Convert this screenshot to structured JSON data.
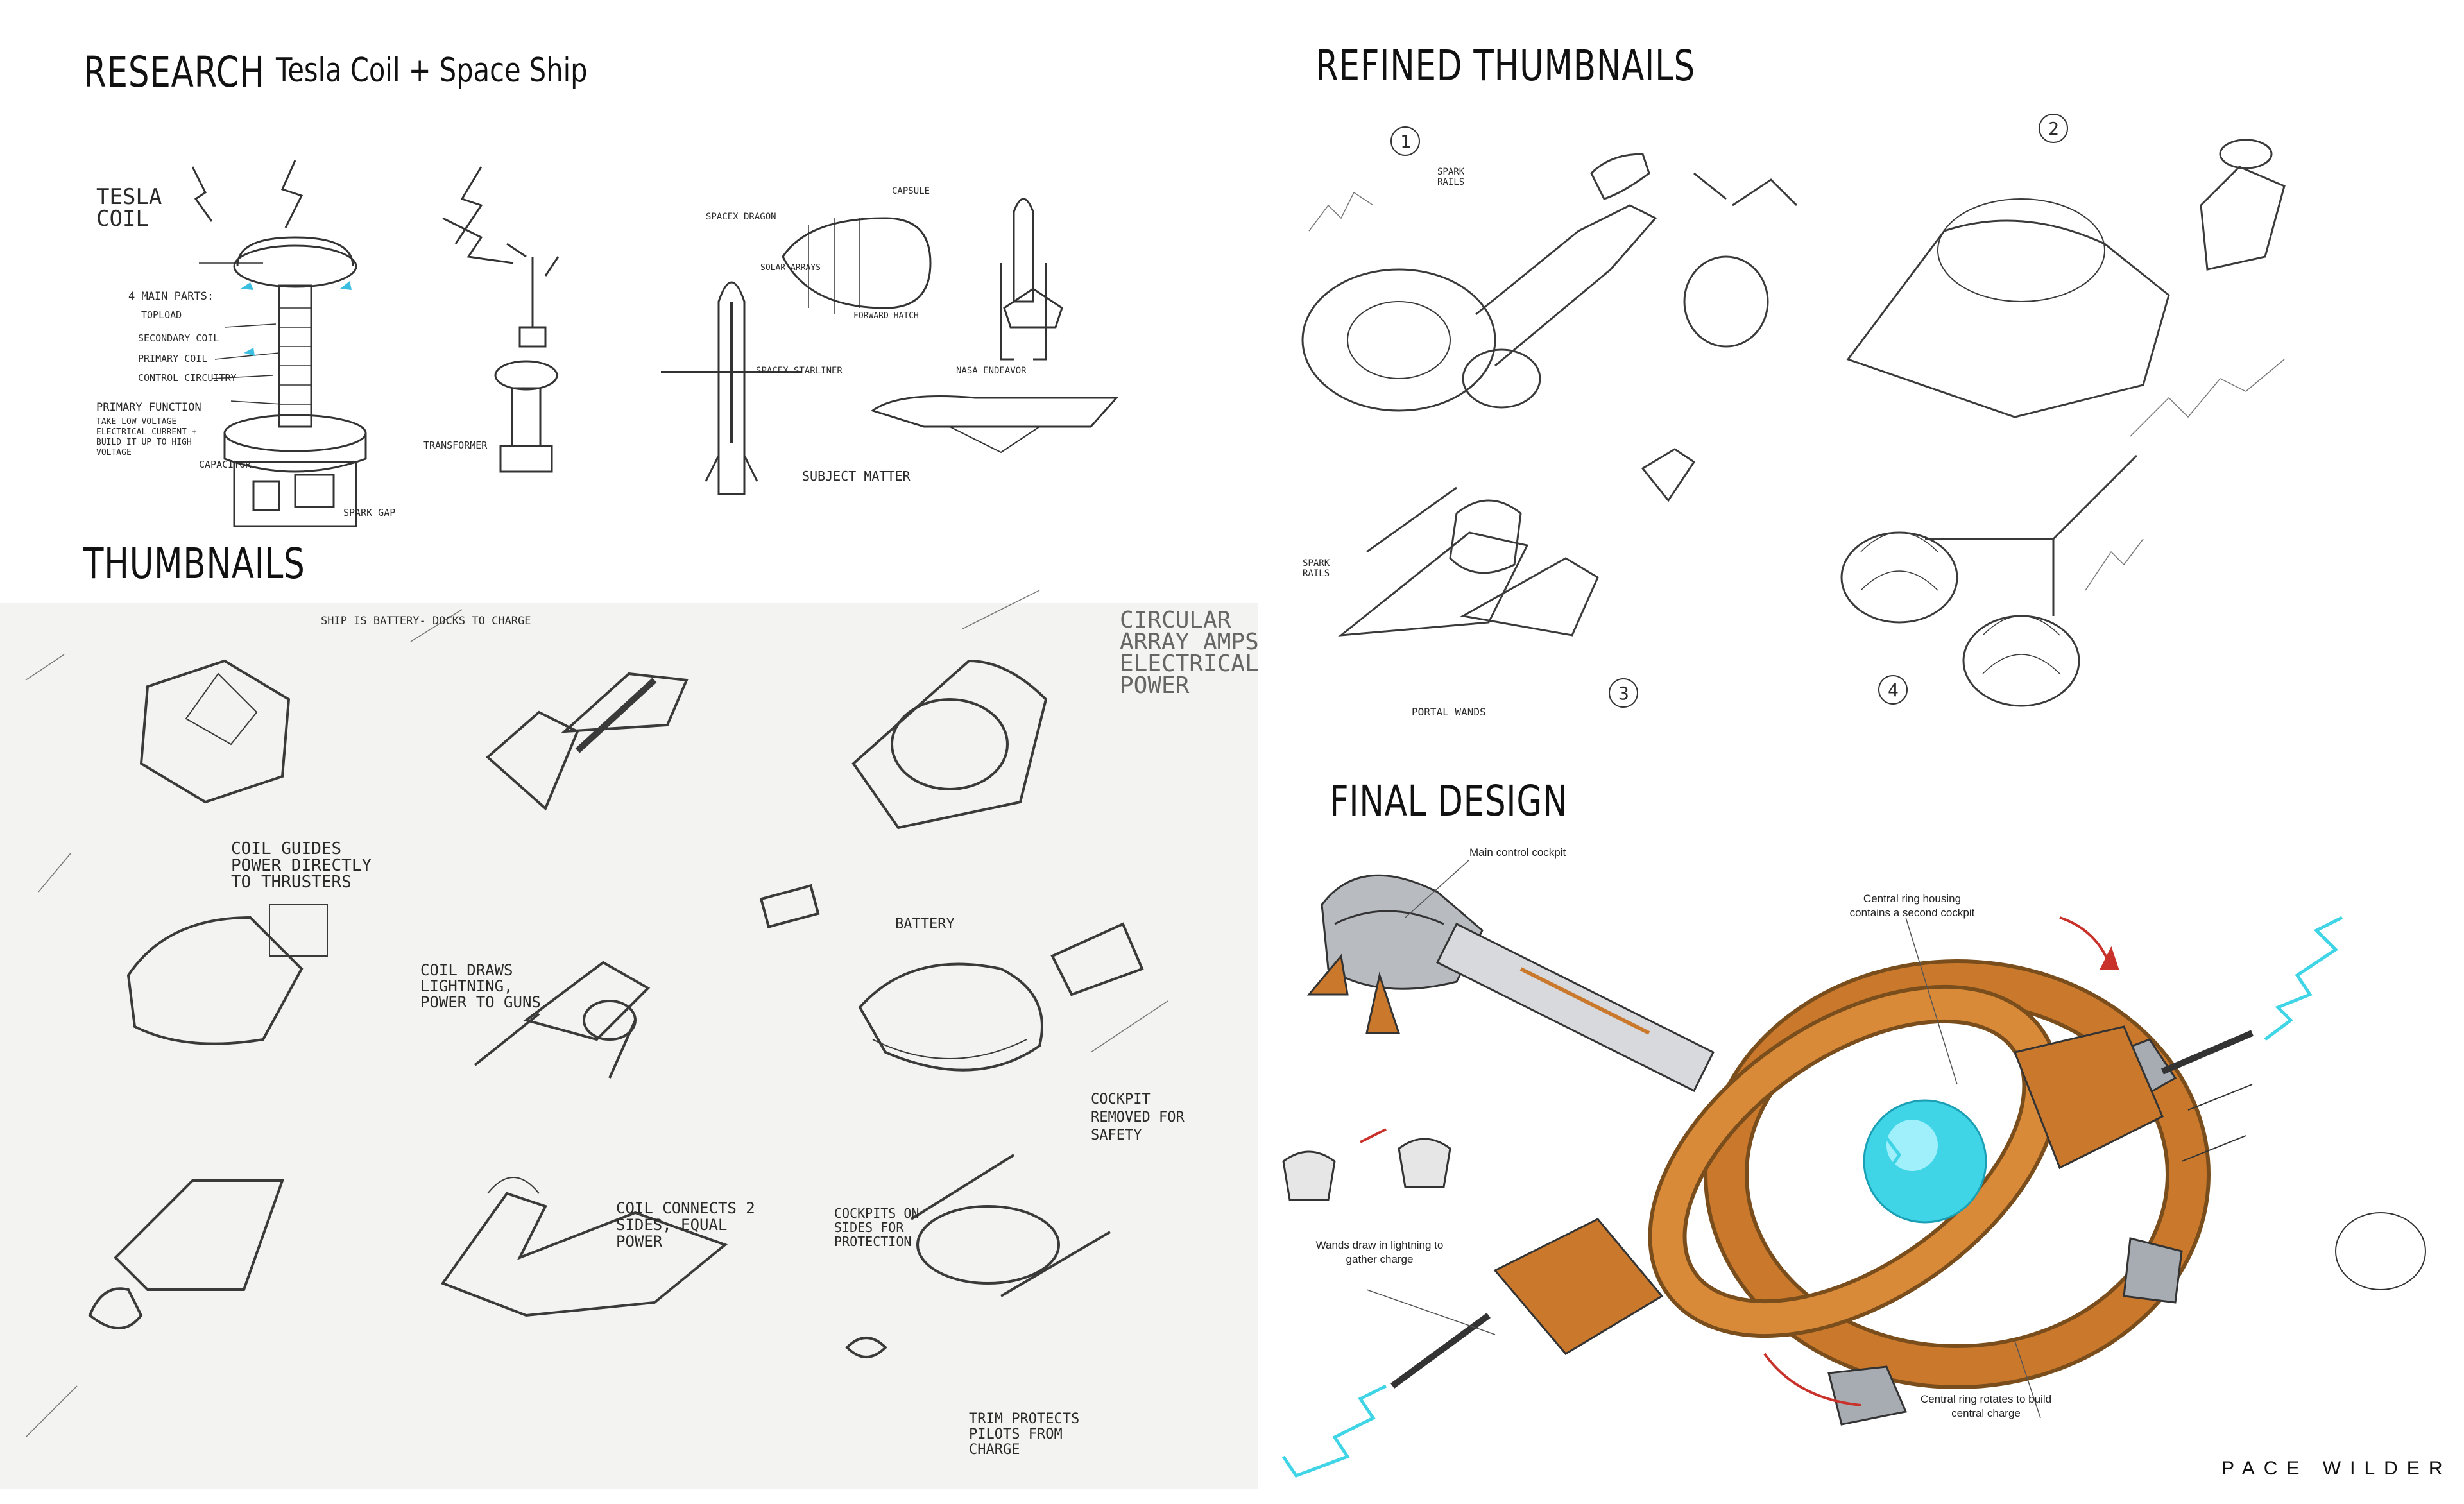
{
  "headings": {
    "research": "RESEARCH",
    "research_subtitle": "Tesla Coil + Space Ship",
    "thumbnails": "THUMBNAILS",
    "refined_thumbnails": "REFINED THUMBNAILS",
    "final_design": "FINAL DESIGN"
  },
  "research_tesla": {
    "title": "TESLA COIL",
    "parts_heading": "4 MAIN PARTS:",
    "toroid": "TOPLOAD",
    "secondary": "SECONDARY COIL",
    "primary": "PRIMARY COIL",
    "control": "CONTROL CIRCUITRY",
    "function_heading": "PRIMARY FUNCTION",
    "function_text": "TAKE LOW VOLTAGE ELECTRICAL CURRENT + BUILD IT UP TO HIGH VOLTAGE",
    "transformer": "TRANSFORMER",
    "capacitor": "CAPACITOR",
    "spark_gap": "SPARK GAP"
  },
  "research_ships": {
    "spacex_dragon": "SPACEX DRAGON",
    "capsule": "CAPSULE",
    "solar_arrays": "SOLAR ARRAYS",
    "forward_hatch": "FORWARD HATCH",
    "starliner": "SPACEX STARLINER",
    "nasa_endeavor": "NASA ENDEAVOR",
    "subject_matter": "SUBJECT MATTER"
  },
  "thumbnails_notes": {
    "battery_dock": "SHIP IS BATTERY- DOCKS TO CHARGE",
    "circular_array": "CIRCULAR ARRAY AMPS ELECTRICAL POWER",
    "coil_guides": "COIL GUIDES POWER DIRECTLY TO THRUSTERS",
    "coil_draws": "COIL DRAWS LIGHTNING, POWER TO GUNS",
    "battery": "BATTERY",
    "cockpit_removed": "COCKPIT REMOVED FOR SAFETY",
    "coil_connects": "COIL CONNECTS 2 SIDES, EQUAL POWER",
    "cockpits_sides": "COCKPITS ON SIDES FOR PROTECTION",
    "trim_protects": "TRIM PROTECTS PILOTS FROM CHARGE"
  },
  "refined_notes": {
    "n1": "1",
    "n2": "2",
    "n3": "3",
    "n4": "4",
    "spark_rails": "SPARK RAILS",
    "spark_rails_2": "SPARK RAILS",
    "portal_wands": "PORTAL WANDS"
  },
  "final_notes": {
    "cockpit": "Main control cockpit",
    "central_ring": "Central ring housing contains a second cockpit",
    "wands": "Wands draw in lightning to gather charge",
    "rotates": "Central ring rotates to build central charge"
  },
  "signature": "PACE WILDER",
  "colors": {
    "pencil": "#3a3a3a",
    "annotation_red": "#c8322a",
    "ship_orange": "#c9782c",
    "ship_grey": "#9a9fa5",
    "energy_cyan": "#3fd4e6"
  }
}
